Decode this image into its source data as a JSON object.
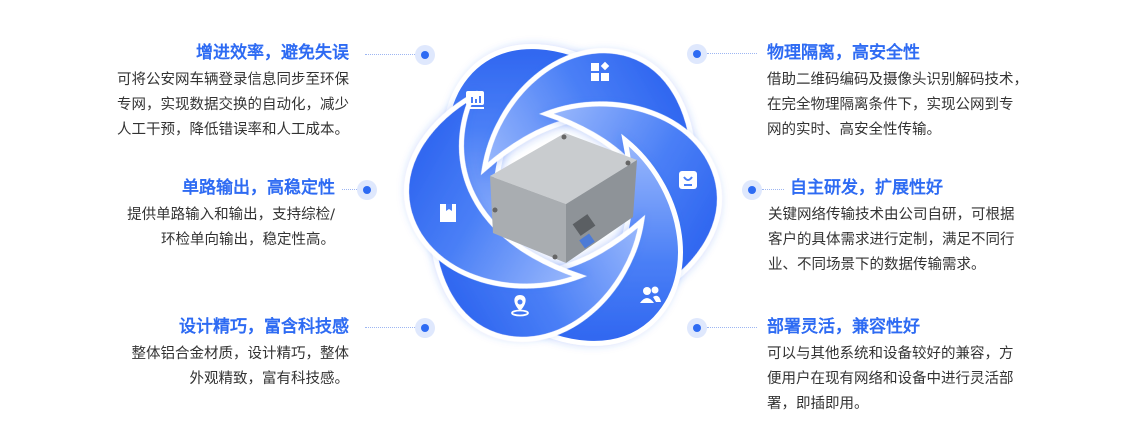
{
  "features_left": [
    {
      "title": "增进效率，避免失误",
      "desc": [
        "可将公安网车辆登录信息同步至环保",
        "专网，实现数据交换的自动化，减少",
        "人工干预，降低错误率和人工成本。"
      ]
    },
    {
      "title": "单路输出，高稳定性",
      "desc": [
        "提供单路输入和输出，支持综检/",
        "环检单向输出，稳定性高。"
      ]
    },
    {
      "title": "设计精巧，富含科技感",
      "desc": [
        "整体铝合金材质，设计精巧，整体",
        "外观精致，富有科技感。"
      ]
    }
  ],
  "features_right": [
    {
      "title": "物理隔离，高安全性",
      "desc": [
        "借助二维码编码及摄像头识别解码技术，",
        "在完全物理隔离条件下，实现公网到专",
        "网的实时、高安全性传输。"
      ]
    },
    {
      "title": "自主研发，扩展性好",
      "desc": [
        "关键网络传输技术由公司自研，可根据",
        "客户的具体需求进行定制，满足不同行",
        "业、不同场景下的数据传输需求。"
      ]
    },
    {
      "title": "部署灵活，兼容性好",
      "desc": [
        "可以与其他系统和设备较好的兼容，方",
        "便用户在现有网络和设备中进行灵活部",
        "署，即插即用。"
      ]
    }
  ],
  "colors": {
    "accent": "#2e6bf3",
    "petal_light": "#8fb0fb",
    "text": "#333333"
  },
  "icons": [
    "chart-icon",
    "apps-icon",
    "bag-icon",
    "users-icon",
    "location-icon",
    "bookmark-icon"
  ]
}
